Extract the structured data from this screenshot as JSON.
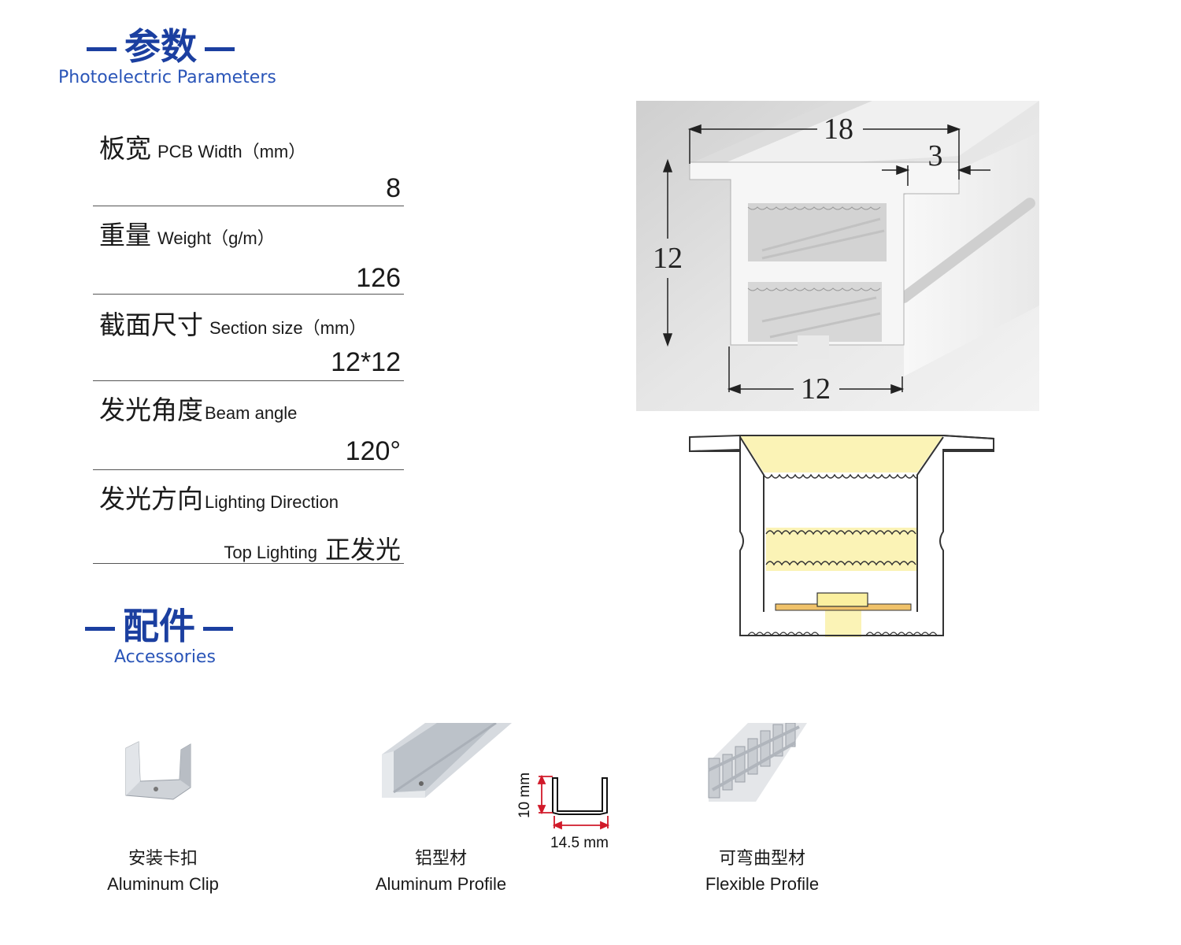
{
  "params_section": {
    "title": "参数",
    "subtitle": "Photoelectric Parameters"
  },
  "params": [
    {
      "cn": "板宽",
      "en": "PCB Width（mm）",
      "value": "8"
    },
    {
      "cn": "重量",
      "en": "Weight（g/m）",
      "value": "126"
    },
    {
      "cn": "截面尺寸",
      "en": "Section size（mm）",
      "value": "12*12"
    },
    {
      "cn": "发光角度",
      "en": "Beam angle",
      "value": "120°"
    },
    {
      "cn": "发光方向",
      "en": "Lighting Direction",
      "value_en": "Top Lighting",
      "value_cn": "正发光"
    }
  ],
  "accessories_section": {
    "title": "配件",
    "subtitle": "Accessories"
  },
  "accessories": [
    {
      "cn": "安装卡扣",
      "en": "Aluminum Clip"
    },
    {
      "cn": "铝型材",
      "en": "Aluminum Profile"
    },
    {
      "cn": "可弯曲型材",
      "en": "Flexible Profile"
    }
  ],
  "profile_dims": {
    "height": "10 mm",
    "width": "14.5 mm"
  },
  "product_dims": {
    "top_width": "18",
    "flange": "3",
    "height": "12",
    "bottom_width": "12"
  }
}
